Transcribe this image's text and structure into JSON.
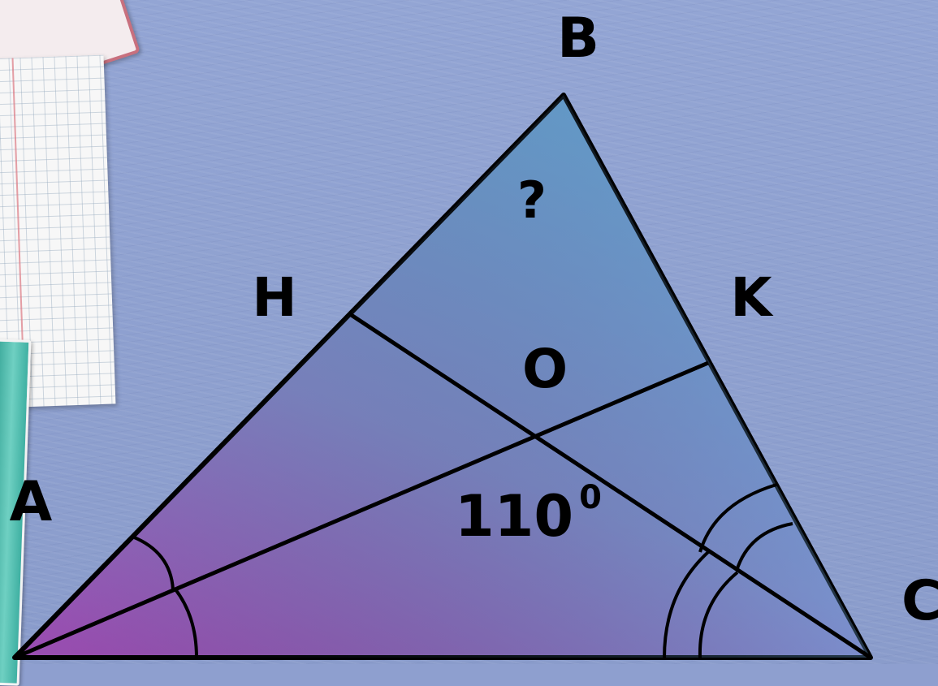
{
  "labels": {
    "B": "B",
    "H": "H",
    "K": "K",
    "O": "O",
    "A": "A",
    "C": "C",
    "unknown_angle": "?",
    "angle_value": "110",
    "angle_degree": "0"
  },
  "colors": {
    "triangle_top": "#6aa8d8",
    "triangle_bottom_left": "#9a4fb3",
    "triangle_bottom_right": "#7e90d0",
    "stroke": "#000000",
    "background": "#8e9fcf"
  }
}
